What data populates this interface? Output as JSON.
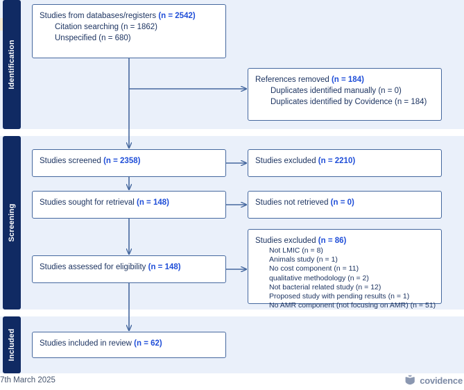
{
  "diagram": {
    "title": "PRISMA flow diagram",
    "accent_navy": "#102a63",
    "band_blue": "#eaf0fa",
    "box_border": "#44679e",
    "text_navy": "#1d3461",
    "count_blue": "#1f4ed8"
  },
  "stages": [
    {
      "id": "identification",
      "label": "Identification"
    },
    {
      "id": "screening",
      "label": "Screening"
    },
    {
      "id": "included",
      "label": "Included"
    }
  ],
  "boxes": {
    "databases": {
      "title_text": "Studies from databases/registers ",
      "title_count": "(n = 2542)",
      "lines": [
        "Citation searching (n = 1862)",
        "Unspecified (n = 680)"
      ]
    },
    "removed": {
      "title_text": "References removed ",
      "title_count": "(n = 184)",
      "lines": [
        "Duplicates identified manually (n = 0)",
        "Duplicates identified by Covidence (n = 184)"
      ]
    },
    "screened": {
      "title_text": "Studies screened ",
      "title_count": "(n = 2358)"
    },
    "excluded_screen": {
      "title_text": "Studies excluded ",
      "title_count": "(n = 2210)"
    },
    "retrieval": {
      "title_text": "Studies sought for retrieval ",
      "title_count": "(n = 148)"
    },
    "not_retrieved": {
      "title_text": "Studies not retrieved ",
      "title_count": "(n = 0)"
    },
    "eligibility": {
      "title_text": "Studies assessed for eligibility ",
      "title_count": "(n = 148)"
    },
    "excluded_reasons": {
      "title_text": "Studies excluded ",
      "title_count": "(n = 86)",
      "lines": [
        "Not LMIC (n = 8)",
        "Animals study (n = 1)",
        "No cost component (n = 11)",
        "qualitative methodology (n = 2)",
        "Not bacterial related study (n = 12)",
        "Proposed study with pending results (n = 1)",
        "No AMR component (not focusing on AMR) (n = 51)"
      ]
    },
    "included": {
      "title_text": "Studies included in review ",
      "title_count": "(n = 62)"
    }
  },
  "footer": {
    "date": "7th March 2025",
    "logo_word": "covidence",
    "logo_icon": "covidence-shield-icon"
  },
  "chart_data": {
    "type": "diagram",
    "title": "PRISMA 2020 flow diagram",
    "nodes": [
      {
        "id": "databases",
        "stage": "Identification",
        "label": "Studies from databases/registers",
        "n": 2542,
        "children": [
          {
            "label": "Citation searching",
            "n": 1862
          },
          {
            "label": "Unspecified",
            "n": 680
          }
        ]
      },
      {
        "id": "removed",
        "stage": "Identification",
        "label": "References removed",
        "n": 184,
        "children": [
          {
            "label": "Duplicates identified manually",
            "n": 0
          },
          {
            "label": "Duplicates identified by Covidence",
            "n": 184
          }
        ]
      },
      {
        "id": "screened",
        "stage": "Screening",
        "label": "Studies screened",
        "n": 2358
      },
      {
        "id": "excluded_screen",
        "stage": "Screening",
        "label": "Studies excluded",
        "n": 2210
      },
      {
        "id": "retrieval",
        "stage": "Screening",
        "label": "Studies sought for retrieval",
        "n": 148
      },
      {
        "id": "not_retrieved",
        "stage": "Screening",
        "label": "Studies not retrieved",
        "n": 0
      },
      {
        "id": "eligibility",
        "stage": "Screening",
        "label": "Studies assessed for eligibility",
        "n": 148
      },
      {
        "id": "excluded_reasons",
        "stage": "Screening",
        "label": "Studies excluded",
        "n": 86,
        "children": [
          {
            "label": "Not LMIC",
            "n": 8
          },
          {
            "label": "Animals study",
            "n": 1
          },
          {
            "label": "No cost component",
            "n": 11
          },
          {
            "label": "qualitative methodology",
            "n": 2
          },
          {
            "label": "Not bacterial related study",
            "n": 12
          },
          {
            "label": "Proposed study with pending results",
            "n": 1
          },
          {
            "label": "No AMR component (not focusing on AMR)",
            "n": 51
          }
        ]
      },
      {
        "id": "included",
        "stage": "Included",
        "label": "Studies included in review",
        "n": 62
      }
    ],
    "edges": [
      {
        "from": "databases",
        "to": "removed"
      },
      {
        "from": "databases",
        "to": "screened"
      },
      {
        "from": "screened",
        "to": "excluded_screen"
      },
      {
        "from": "screened",
        "to": "retrieval"
      },
      {
        "from": "retrieval",
        "to": "not_retrieved"
      },
      {
        "from": "retrieval",
        "to": "eligibility"
      },
      {
        "from": "eligibility",
        "to": "excluded_reasons"
      },
      {
        "from": "eligibility",
        "to": "included"
      }
    ]
  }
}
